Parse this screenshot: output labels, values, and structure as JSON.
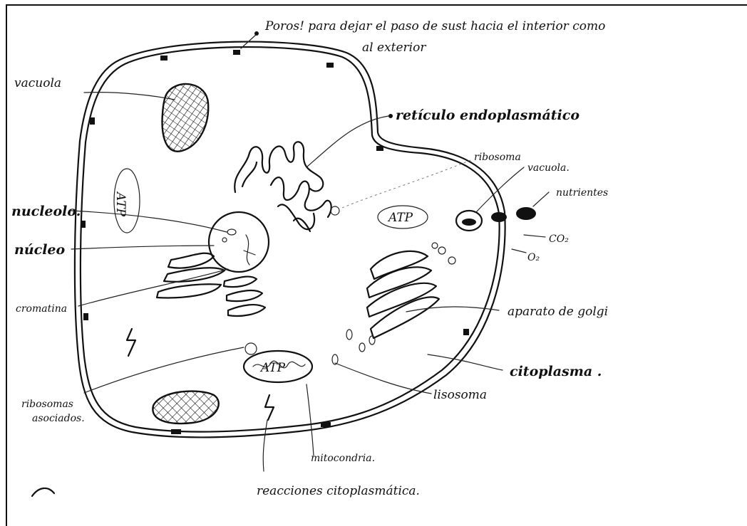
{
  "labels": {
    "poros_line1": "Poros! para dejar el paso de sust hacia el interior como",
    "poros_line2": "al exterior",
    "vacuola_left": "vacuola",
    "reticulo": "retículo endoplasmático",
    "ribosoma_top": "ribosoma",
    "vacuola_right": "vacuola.",
    "nutrientes": "nutrientes",
    "co2": "CO₂",
    "o2": "O₂",
    "nucleolo": "nucleolo.",
    "nucleo": "núcleo",
    "atp_left": "ATP",
    "atp_mid": "ATP",
    "atp_low": "ATP",
    "cromatina": "cromatina",
    "aparato_golgi": "aparato de golgi",
    "citoplasma": "citoplasma .",
    "ribosomas_asociados_line1": "ribosomas",
    "ribosomas_asociados_line2": "asociados.",
    "lisosoma": "lisosoma",
    "mitocondria": "mitocondria.",
    "reacciones": "reacciones citoplasmática."
  }
}
